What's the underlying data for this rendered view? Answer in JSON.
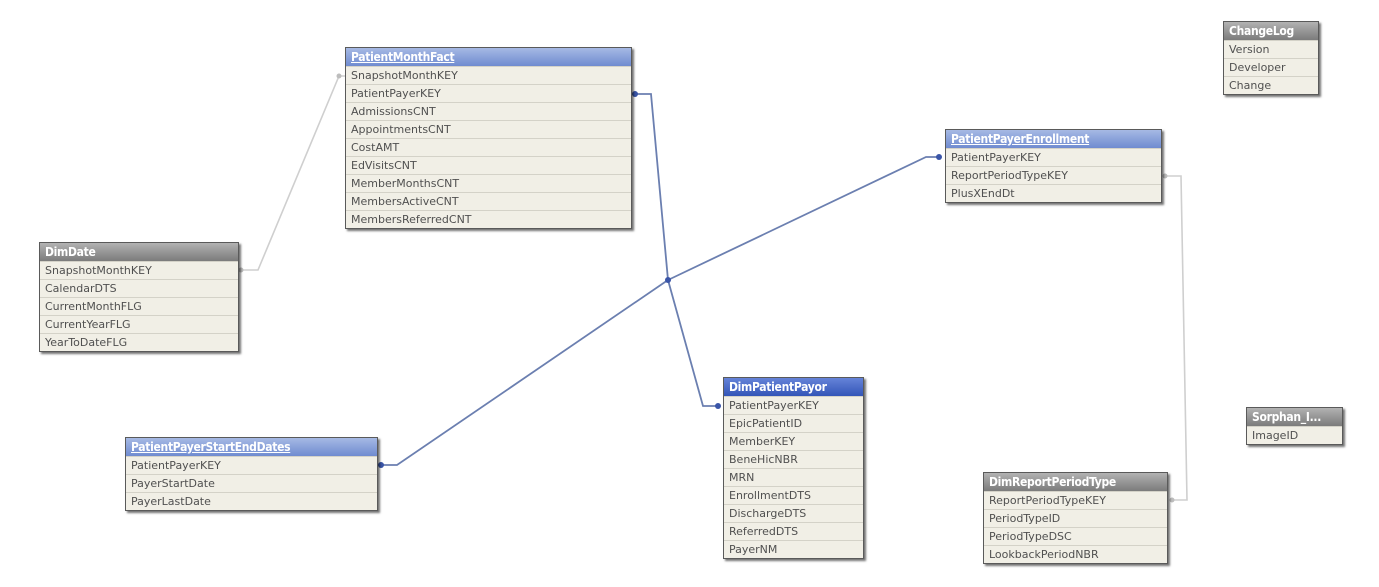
{
  "tables": {
    "patient_month_fact": {
      "title": "PatientMonthFact",
      "fields": [
        "SnapshotMonthKEY",
        "PatientPayerKEY",
        "AdmissionsCNT",
        "AppointmentsCNT",
        "CostAMT",
        "EdVisitsCNT",
        "MemberMonthsCNT",
        "MembersActiveCNT",
        "MembersReferredCNT"
      ]
    },
    "dim_date": {
      "title": "DimDate",
      "fields": [
        "SnapshotMonthKEY",
        "CalendarDTS",
        "CurrentMonthFLG",
        "CurrentYearFLG",
        "YearToDateFLG"
      ]
    },
    "patient_payer_start_end_dates": {
      "title": "PatientPayerStartEndDates",
      "fields": [
        "PatientPayerKEY",
        "PayerStartDate",
        "PayerLastDate"
      ]
    },
    "dim_patient_payor": {
      "title": "DimPatientPayor",
      "fields": [
        "PatientPayerKEY",
        "EpicPatientID",
        "MemberKEY",
        "BeneHicNBR",
        "MRN",
        "EnrollmentDTS",
        "DischargeDTS",
        "ReferredDTS",
        "PayerNM"
      ]
    },
    "patient_payer_enrollment": {
      "title": "PatientPayerEnrollment",
      "fields": [
        "PatientPayerKEY",
        "ReportPeriodTypeKEY",
        "PlusXEndDt"
      ]
    },
    "change_log": {
      "title": "ChangeLog",
      "fields": [
        "Version",
        "Developer",
        "Change"
      ]
    },
    "dim_report_period_type": {
      "title": "DimReportPeriodType",
      "fields": [
        "ReportPeriodTypeKEY",
        "PeriodTypeID",
        "PeriodTypeDSC",
        "LookbackPeriodNBR"
      ]
    },
    "sorphan_image": {
      "title": "Sorphan_I...",
      "fields": [
        "ImageID"
      ]
    }
  },
  "colors": {
    "link_active": "#6b7fb0",
    "link_inactive": "#cfcfcf",
    "header_blue": "#7f98d6",
    "header_gray": "#8c8c8c",
    "header_selected": "#3d5ec0",
    "table_body": "#f1efe6"
  }
}
